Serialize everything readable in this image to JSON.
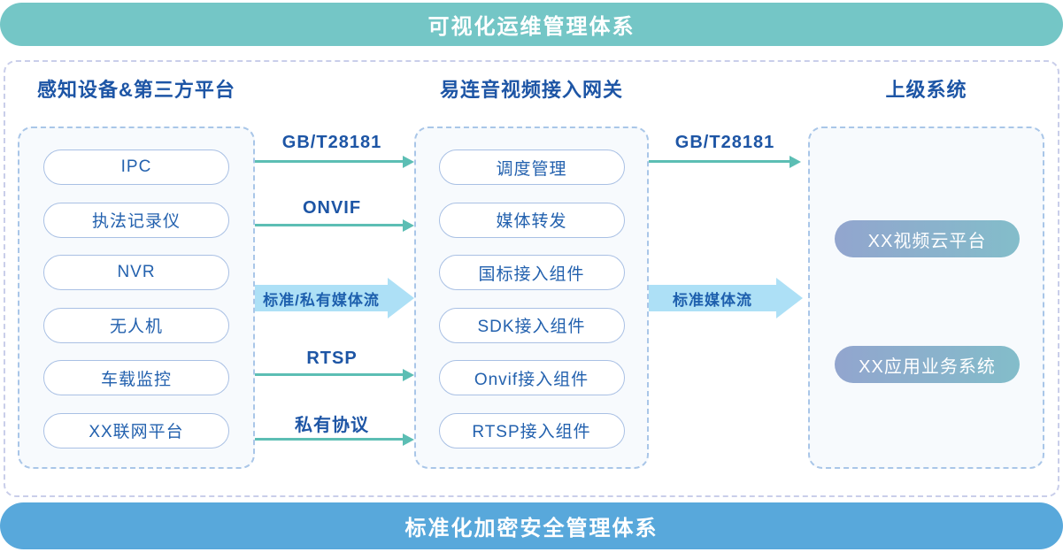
{
  "top_banner": {
    "label": "可视化运维管理体系"
  },
  "bottom_banner": {
    "label": "标准化加密安全管理体系"
  },
  "columns": {
    "devices": {
      "title": "感知设备&第三方平台",
      "items": [
        "IPC",
        "执法记录仪",
        "NVR",
        "无人机",
        "车载监控",
        "XX联网平台"
      ]
    },
    "gateway": {
      "title": "易连音视频接入网关",
      "items": [
        "调度管理",
        "媒体转发",
        "国标接入组件",
        "SDK接入组件",
        "Onvif接入组件",
        "RTSP接入组件"
      ]
    },
    "upper": {
      "title": "上级系统",
      "items": [
        "XX视频云平台",
        "XX应用业务系统"
      ]
    }
  },
  "flows": {
    "devices_to_gateway": [
      {
        "label": "GB/T28181",
        "style": "thin-arrow"
      },
      {
        "label": "ONVIF",
        "style": "thin-arrow"
      },
      {
        "label": "标准/私有媒体流",
        "style": "thick-arrow"
      },
      {
        "label": "RTSP",
        "style": "thin-arrow"
      },
      {
        "label": "私有协议",
        "style": "thin-arrow"
      }
    ],
    "gateway_to_upper": [
      {
        "label": "GB/T28181",
        "style": "thin-arrow"
      },
      {
        "label": "标准媒体流",
        "style": "thick-arrow"
      }
    ]
  },
  "colors": {
    "top_banner_bg": "#74C6C6",
    "bottom_banner_bg": "#58A8DB",
    "header_text": "#1D55A5",
    "pill_border": "#A9C0E4",
    "pill_text": "#2361AE",
    "dashed_box_border": "#A9C6E8",
    "dashed_box_bg": "#F7FAFD",
    "outer_border": "#C9CEEA",
    "thin_arrow": "#5CBEB4",
    "thick_arrow_fill": "#ADE0F6",
    "thick_arrow_text": "#1D5FAD",
    "gradient_pill_left": "#92A5CE",
    "gradient_pill_right": "#83BDCA"
  }
}
